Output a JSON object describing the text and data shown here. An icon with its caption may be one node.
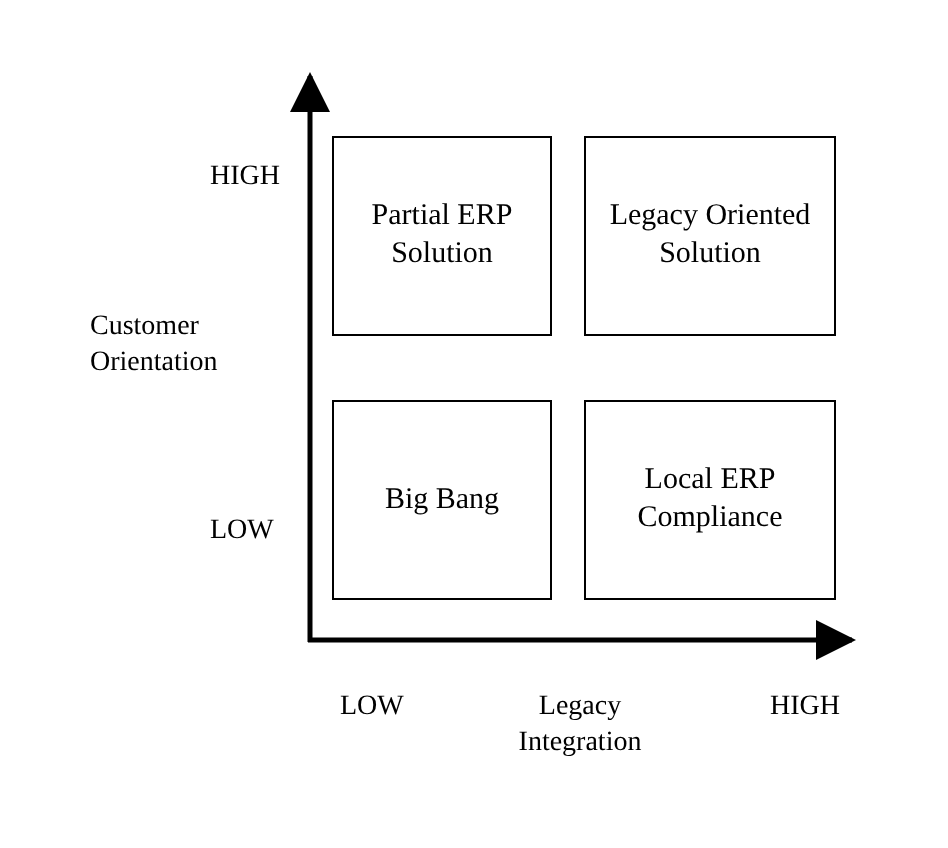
{
  "diagram": {
    "nodes": [
      {
        "text": [
          "Partial ERP Solution"
        ]
      },
      {
        "text": [
          "Legacy Oriented Solution"
        ]
      },
      {
        "text": [
          "Big Bang"
        ]
      },
      {
        "text": [
          "Local ERP Compliance"
        ]
      }
    ],
    "labels": [
      "HIGH",
      "Customer Orientation",
      "LOW",
      "LOW",
      "Legacy Integration",
      "HIGH"
    ]
  }
}
